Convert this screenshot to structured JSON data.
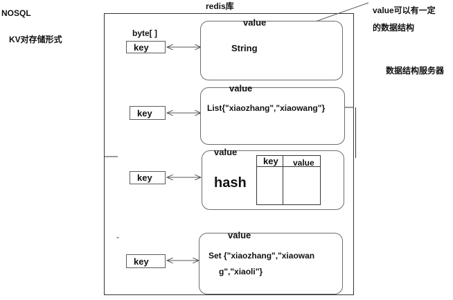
{
  "labels": {
    "nosql": "NOSQL",
    "kv_form": "KV对存储形式",
    "redis_db": "redis库",
    "value_note_line1": "value可以有一定",
    "value_note_line2": "的数据结构",
    "data_structure_server": "数据结构服务器",
    "byte": "byte[ ]"
  },
  "rows": [
    {
      "key": "key",
      "value_label": "value",
      "content": "String"
    },
    {
      "key": "key",
      "value_label": "value",
      "content": "List{\"xiaozhang\",\"xiaowang\"}"
    },
    {
      "key": "key",
      "value_label": "value",
      "content": "hash",
      "inner_table": {
        "col1": "key",
        "col2": "value"
      }
    },
    {
      "key": "key",
      "value_label": "value",
      "content_line1": "Set {\"xiaozhang\",\"xiaowan",
      "content_line2": "g\",\"xiaoli\"}"
    }
  ],
  "misc": {
    "dash": "-"
  }
}
